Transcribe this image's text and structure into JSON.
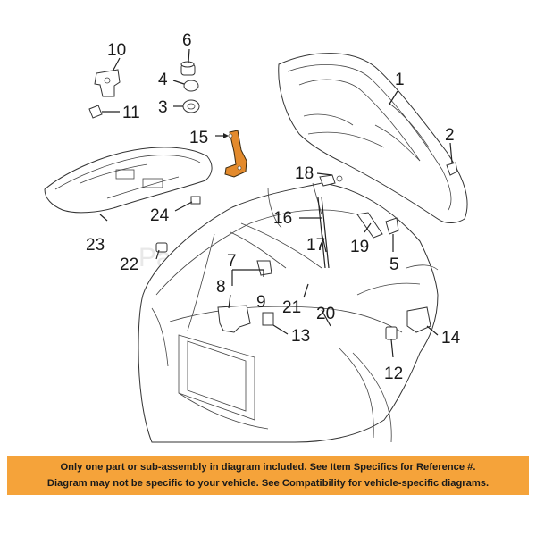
{
  "watermark": "Partsmotive.com",
  "callouts": [
    "1",
    "2",
    "3",
    "4",
    "5",
    "6",
    "7",
    "8",
    "9",
    "10",
    "11",
    "12",
    "13",
    "14",
    "15",
    "16",
    "17",
    "18",
    "19",
    "20",
    "21",
    "22",
    "23",
    "24"
  ],
  "highlight_color": "#e38a2c",
  "banner": {
    "color": "#f5a33a",
    "line1": "Only one part or sub-assembly in diagram included. See Item Specifics for Reference #.",
    "line2": "Diagram may not be specific to your vehicle. See Compatibility for vehicle-specific diagrams."
  }
}
